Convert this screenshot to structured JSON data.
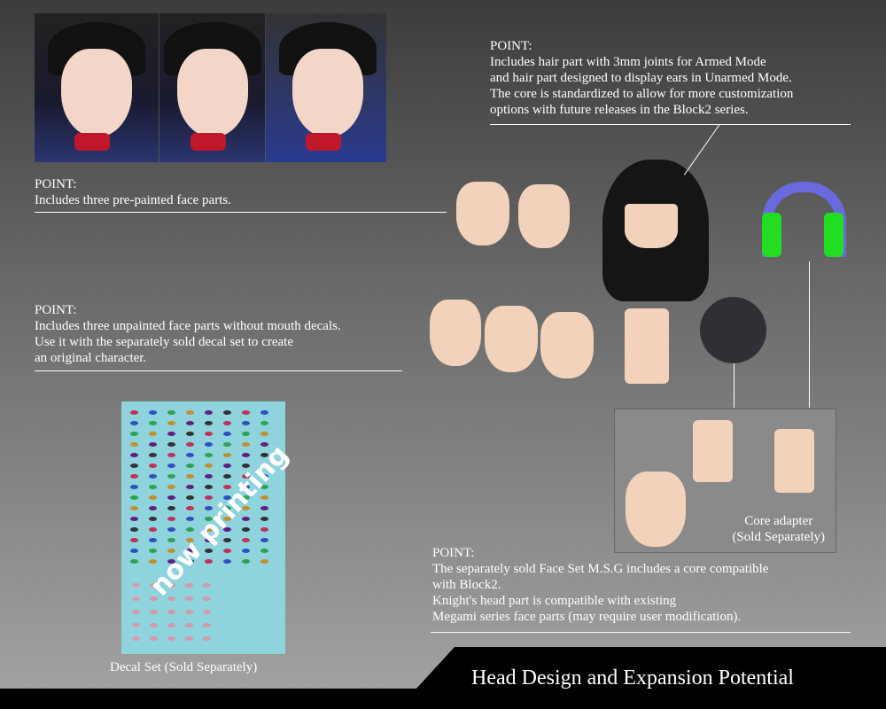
{
  "points": [
    {
      "label": "POINT:",
      "text": "Includes hair part with 3mm joints for Armed Mode\nand hair part designed to display ears in Unarmed Mode.\nThe core is standardized to allow for more customization\noptions with future releases in the Block2 series."
    },
    {
      "label": "POINT:",
      "text": "Includes three pre-painted face parts."
    },
    {
      "label": "POINT:",
      "text": "Includes three unpainted face parts without mouth decals.\nUse it with the separately sold decal set to create\nan original character."
    },
    {
      "label": "POINT:",
      "text": "The separately sold Face Set M.S.G includes a core compatible\nwith Block2.\nKnight's head part is compatible with existing\nMegami series face parts (may require user modification)."
    }
  ],
  "core_adapter_caption": "Core adapter\n(Sold Separately)",
  "decal_caption": "Decal Set (Sold Separately)",
  "decal_watermark": "now printing",
  "footer_title": "Head Design and Expansion Potential",
  "colors": {
    "footer": "#000000",
    "decal_sheet": "#8fd3dc",
    "skin": "#f2d2ba",
    "accent_green": "#22dd22",
    "accent_purple": "#6a6adf"
  }
}
